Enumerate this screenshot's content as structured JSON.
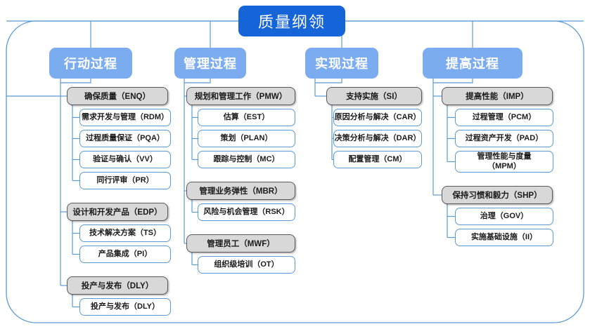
{
  "diagram": {
    "title": "质量纲领",
    "outer_frame": "rounded-rectangle",
    "colors": {
      "title_bg": "#1565d8",
      "column_header_bg": "#7cacf0",
      "group_bg": "#d8d8d8",
      "group_border": "#595959",
      "leaf_border": "#5b9bd5",
      "connector": "#5b9bd5",
      "frame": "#5b9bd5",
      "text": "#1a1a1a"
    }
  },
  "columns": [
    {
      "header": "行动过程",
      "groups": [
        {
          "label": "确保质量（ENQ）",
          "children": [
            "需求开发与管理（RDM）",
            "过程质量保证（PQA）",
            "验证与确认（VV）",
            "同行评审（PR）"
          ]
        },
        {
          "label": "设计和开发产品（EDP）",
          "children": [
            "技术解决方案（TS）",
            "产品集成（PI）"
          ]
        },
        {
          "label": "投产与发布（DLY）",
          "children": [
            "投产与发布（DLY）"
          ]
        }
      ]
    },
    {
      "header": "管理过程",
      "groups": [
        {
          "label": "规划和管理工作（PMW）",
          "children": [
            "估算（EST）",
            "策划（PLAN）",
            "跟踪与控制（MC）"
          ]
        },
        {
          "label": "管理业务弹性（MBR）",
          "children": [
            "风险与机会管理（RSK）"
          ]
        },
        {
          "label": "管理员工（MWF）",
          "children": [
            "组织级培训（OT）"
          ]
        }
      ]
    },
    {
      "header": "实现过程",
      "groups": [
        {
          "label": "支持实施（SI）",
          "children": [
            "原因分析与解决（CAR）",
            "决策分析与解决（DAR）",
            "配置管理（CM）"
          ]
        }
      ]
    },
    {
      "header": "提高过程",
      "groups": [
        {
          "label": "提高性能（IMP）",
          "children": [
            "过程管理（PCM）",
            "过程资产开发（PAD）",
            "管理性能与度量\n（MPM）"
          ]
        },
        {
          "label": "保持习惯和毅力（SHP）",
          "children": [
            "治理（GOV）",
            "实施基础设施（II）"
          ]
        }
      ]
    }
  ]
}
